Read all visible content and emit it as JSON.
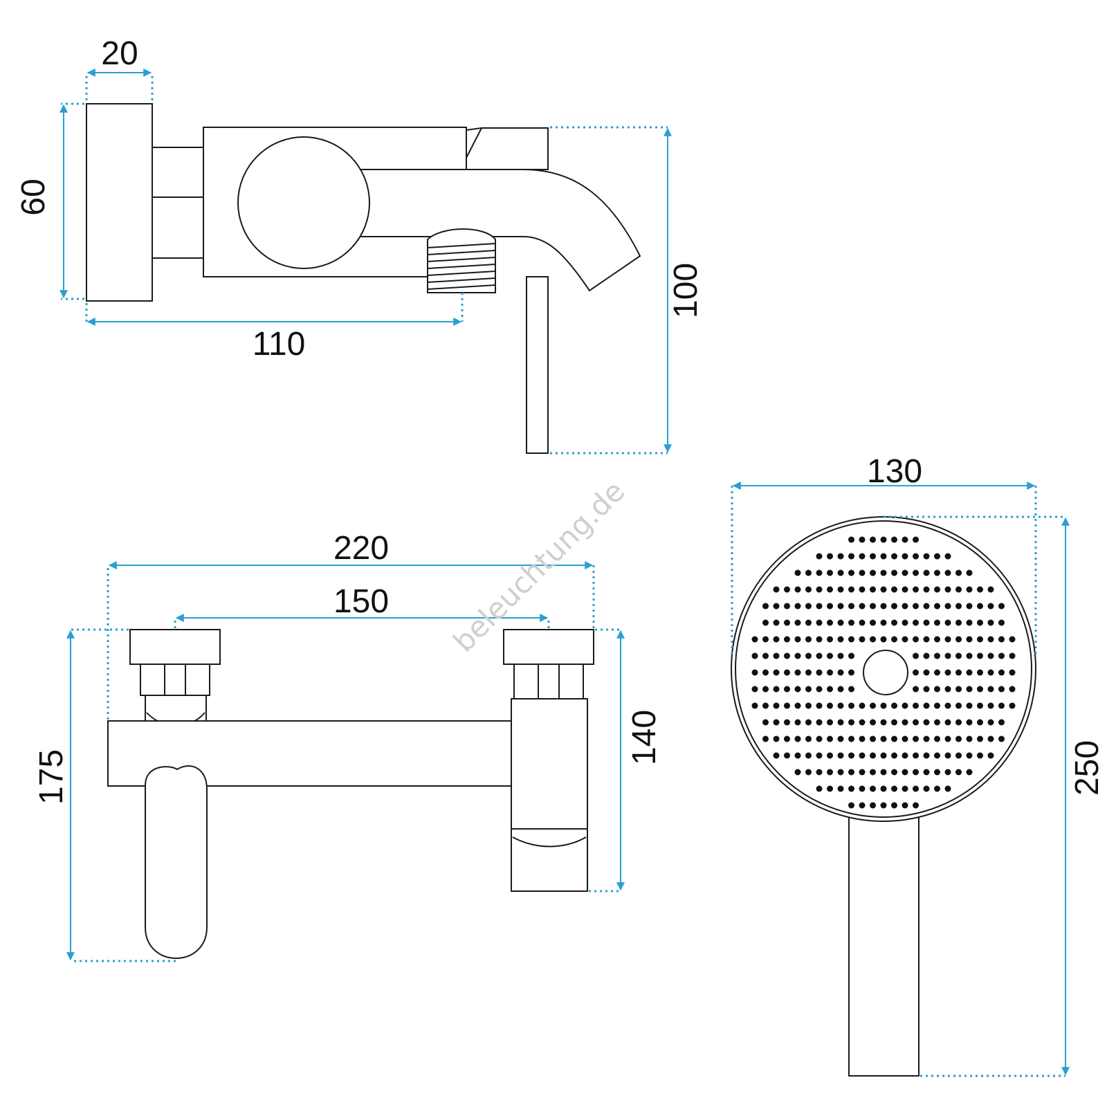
{
  "dimensions": {
    "side_plate_width": "20",
    "side_plate_height": "60",
    "side_projection": "110",
    "side_total_height": "100",
    "front_total_width": "220",
    "front_connection_spacing": "150",
    "front_total_height": "175",
    "front_right_height": "140",
    "shower_head_width": "130",
    "shower_total_length": "250"
  },
  "watermark": "beleuchtung.de",
  "colors": {
    "dimension": "#2a9fd0",
    "outline": "#1a1a1a",
    "nozzle": "#111111",
    "watermark": "#cfcfcf"
  }
}
